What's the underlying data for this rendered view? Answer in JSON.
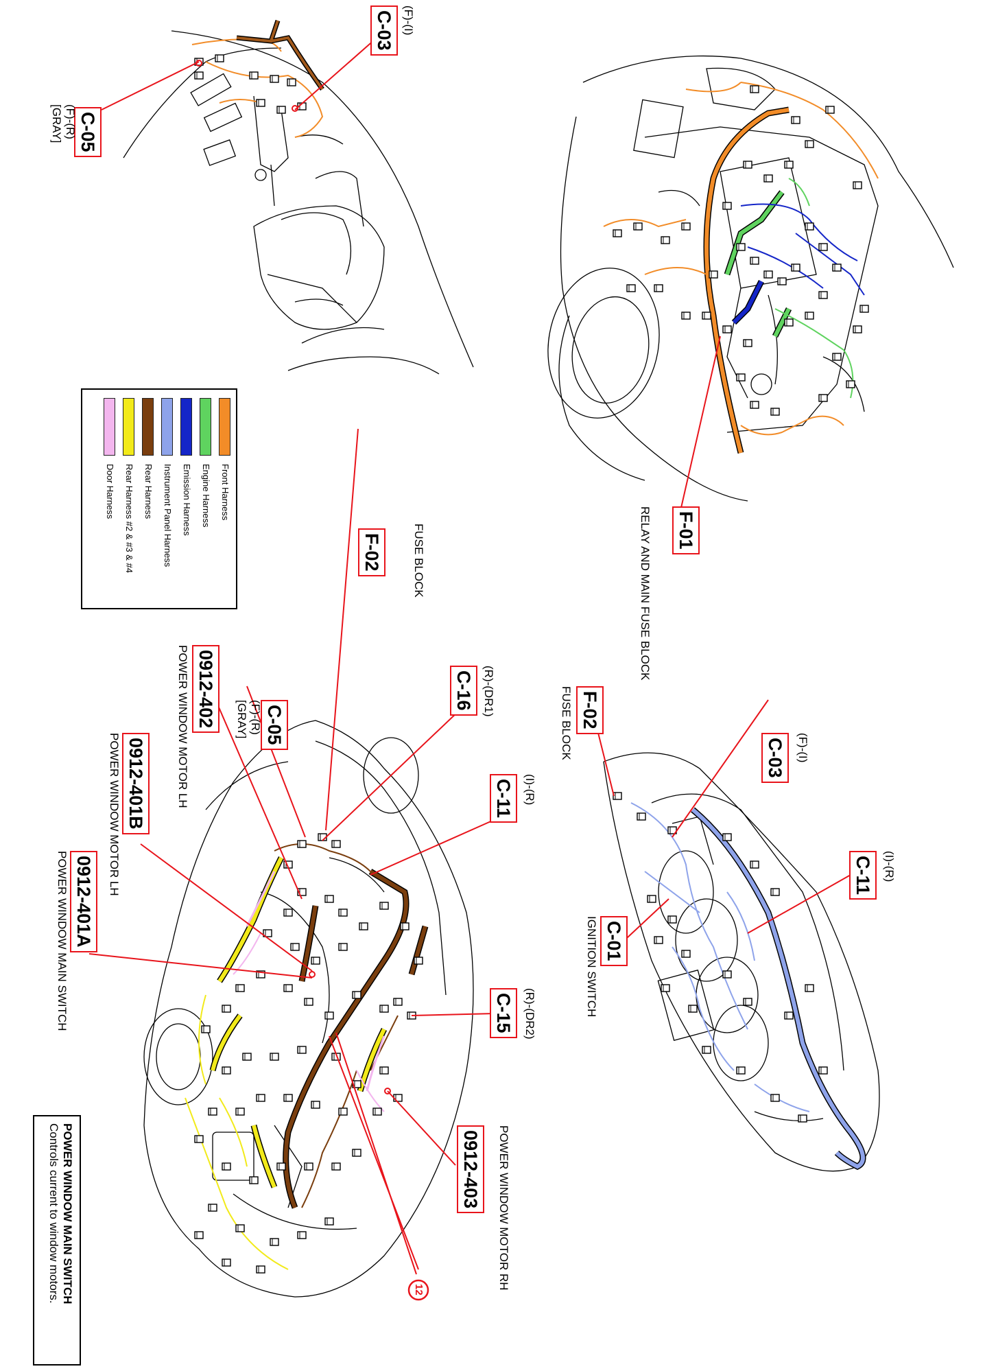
{
  "legend": {
    "items": [
      {
        "label": "Front Harness",
        "color": "#f28c28"
      },
      {
        "label": "Engine Harness",
        "color": "#5fd35f"
      },
      {
        "label": "Emission Harness",
        "color": "#1526c8"
      },
      {
        "label": "Instrument Panel Harness",
        "color": "#8ea3ea"
      },
      {
        "label": "Rear Harness",
        "color": "#7a3e0e"
      },
      {
        "label": "Rear Harness #2 & #3 & #4",
        "color": "#f2ea1a"
      },
      {
        "label": "Door Harness",
        "color": "#f3b6ee"
      }
    ]
  },
  "callout": {
    "title": "POWER WINDOW MAIN SWITCH",
    "body": "Controls current to window motors."
  },
  "labels": {
    "c05_top": {
      "code": "C-05",
      "sub1": "(F)-(R)",
      "sub2": "[GRAY]"
    },
    "c03_top": {
      "code": "C-03",
      "sub1": "(F)-(I)"
    },
    "f01": {
      "code": "F-01",
      "cap": "RELAY AND MAIN FUSE BLOCK"
    },
    "fuse_block_left": {
      "cap": "FUSE BLOCK"
    },
    "f02_left": {
      "code": "F-02"
    },
    "f02_right": {
      "code": "F-02",
      "cap": "FUSE BLOCK"
    },
    "c03_right": {
      "code": "C-03",
      "sub1": "(F)-(I)"
    },
    "c11_right": {
      "code": "C-11",
      "sub1": "(I)-(R)"
    },
    "c01": {
      "code": "C-01",
      "cap": "IGNITION SWITCH"
    },
    "p402": {
      "code": "0912-402",
      "cap": "POWER WINDOW MOTOR LH"
    },
    "c05_mid": {
      "code": "C-05",
      "sub1": "(F)-(R)",
      "sub2": "[GRAY]"
    },
    "c16": {
      "code": "C-16",
      "sub1": "(R)-(DR1)"
    },
    "c11_mid": {
      "code": "C-11",
      "sub1": "(I)-(R)"
    },
    "p401b": {
      "code": "0912-401B",
      "cap": "POWER WINDOW MOTOR LH"
    },
    "p401a": {
      "code": "0912-401A",
      "cap": "POWER WINDOW MAIN SWITCH"
    },
    "c15": {
      "code": "C-15",
      "sub1": "(R)-(DR2)"
    },
    "p403": {
      "code": "0912-403",
      "cap": "POWER WINDOW MOTOR RH"
    },
    "circle_ref": "12"
  }
}
